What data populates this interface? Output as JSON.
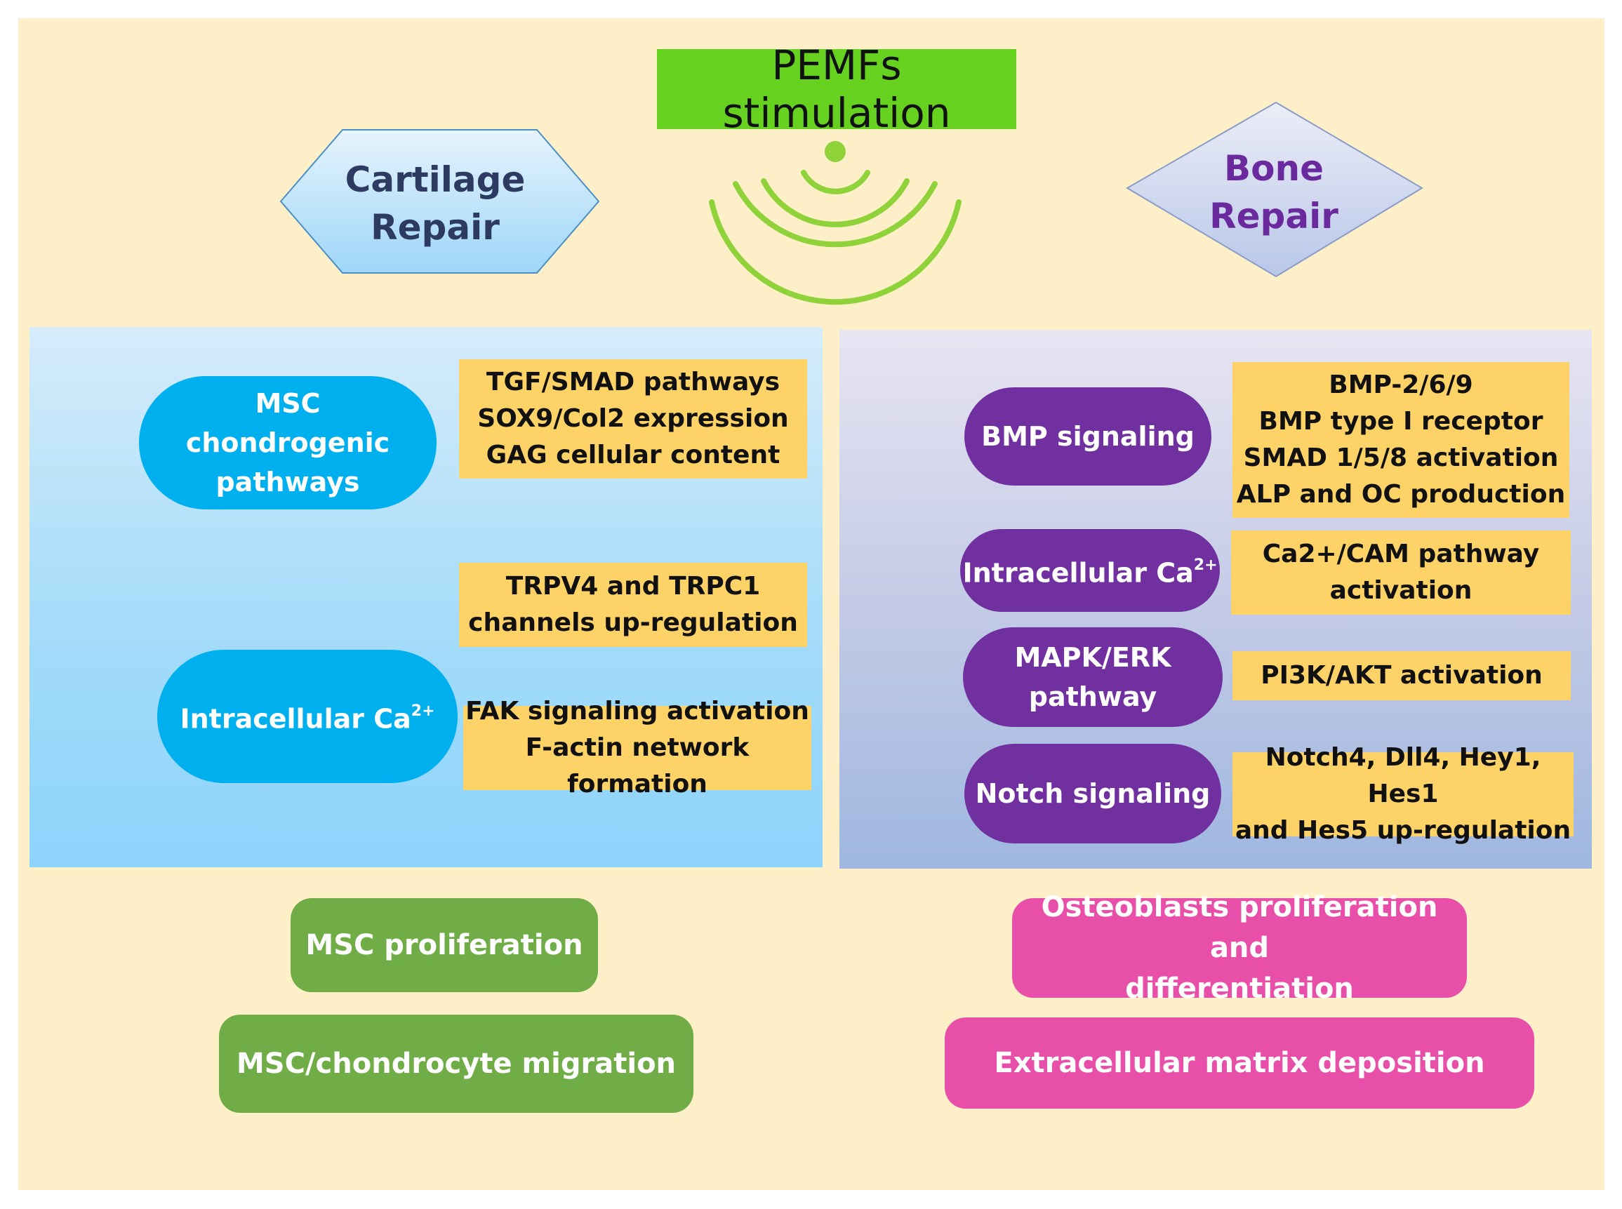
{
  "title": "PEMFs stimulation",
  "cartilage_repair": {
    "line1": "Cartilage",
    "line2": "Repair"
  },
  "bone_repair": {
    "line1": "Bone",
    "line2": "Repair"
  },
  "left_panel": {
    "pathway_1": {
      "line1": "MSC",
      "line2": "chondrogenic",
      "line3": "pathways"
    },
    "pathway_2": {
      "label": "Intracellular Ca",
      "superscript": "2+"
    },
    "note_1": [
      "TGF/SMAD pathways",
      "SOX9/Col2 expression",
      "GAG cellular content"
    ],
    "note_2": [
      "TRPV4 and TRPC1",
      "channels up-regulation"
    ],
    "note_3": [
      "FAK signaling activation",
      "F-actin network formation"
    ]
  },
  "right_panel": {
    "pathway_1": "BMP signaling",
    "pathway_2": {
      "label": "Intracellular Ca",
      "superscript": "2+"
    },
    "pathway_3": {
      "line1": "MAPK/ERK",
      "line2": "pathway"
    },
    "pathway_4": "Notch signaling",
    "note_1": [
      "BMP-2/6/9",
      "BMP type I receptor",
      "SMAD 1/5/8 activation",
      "ALP and OC production"
    ],
    "note_2": [
      "Ca2+/CAM pathway",
      "activation"
    ],
    "note_3": "PI3K/AKT activation",
    "note_4": [
      "Notch4, Dll4, Hey1, Hes1",
      "and Hes5 up-regulation"
    ]
  },
  "outcomes_left": [
    "MSC proliferation",
    "MSC/chondrocyte migration"
  ],
  "outcomes_right": {
    "osteoblasts": [
      "Osteoblasts proliferation and",
      "differentiation"
    ],
    "ecm": "Extracellular matrix deposition"
  },
  "colors": {
    "background": "#fdefc8",
    "title_green": "#66d21f",
    "cyan": "#00b0ee",
    "purple": "#7030a0",
    "note_yellow": "#fdd367",
    "outcome_green": "#70ad47",
    "outcome_pink": "#e84fa8"
  }
}
